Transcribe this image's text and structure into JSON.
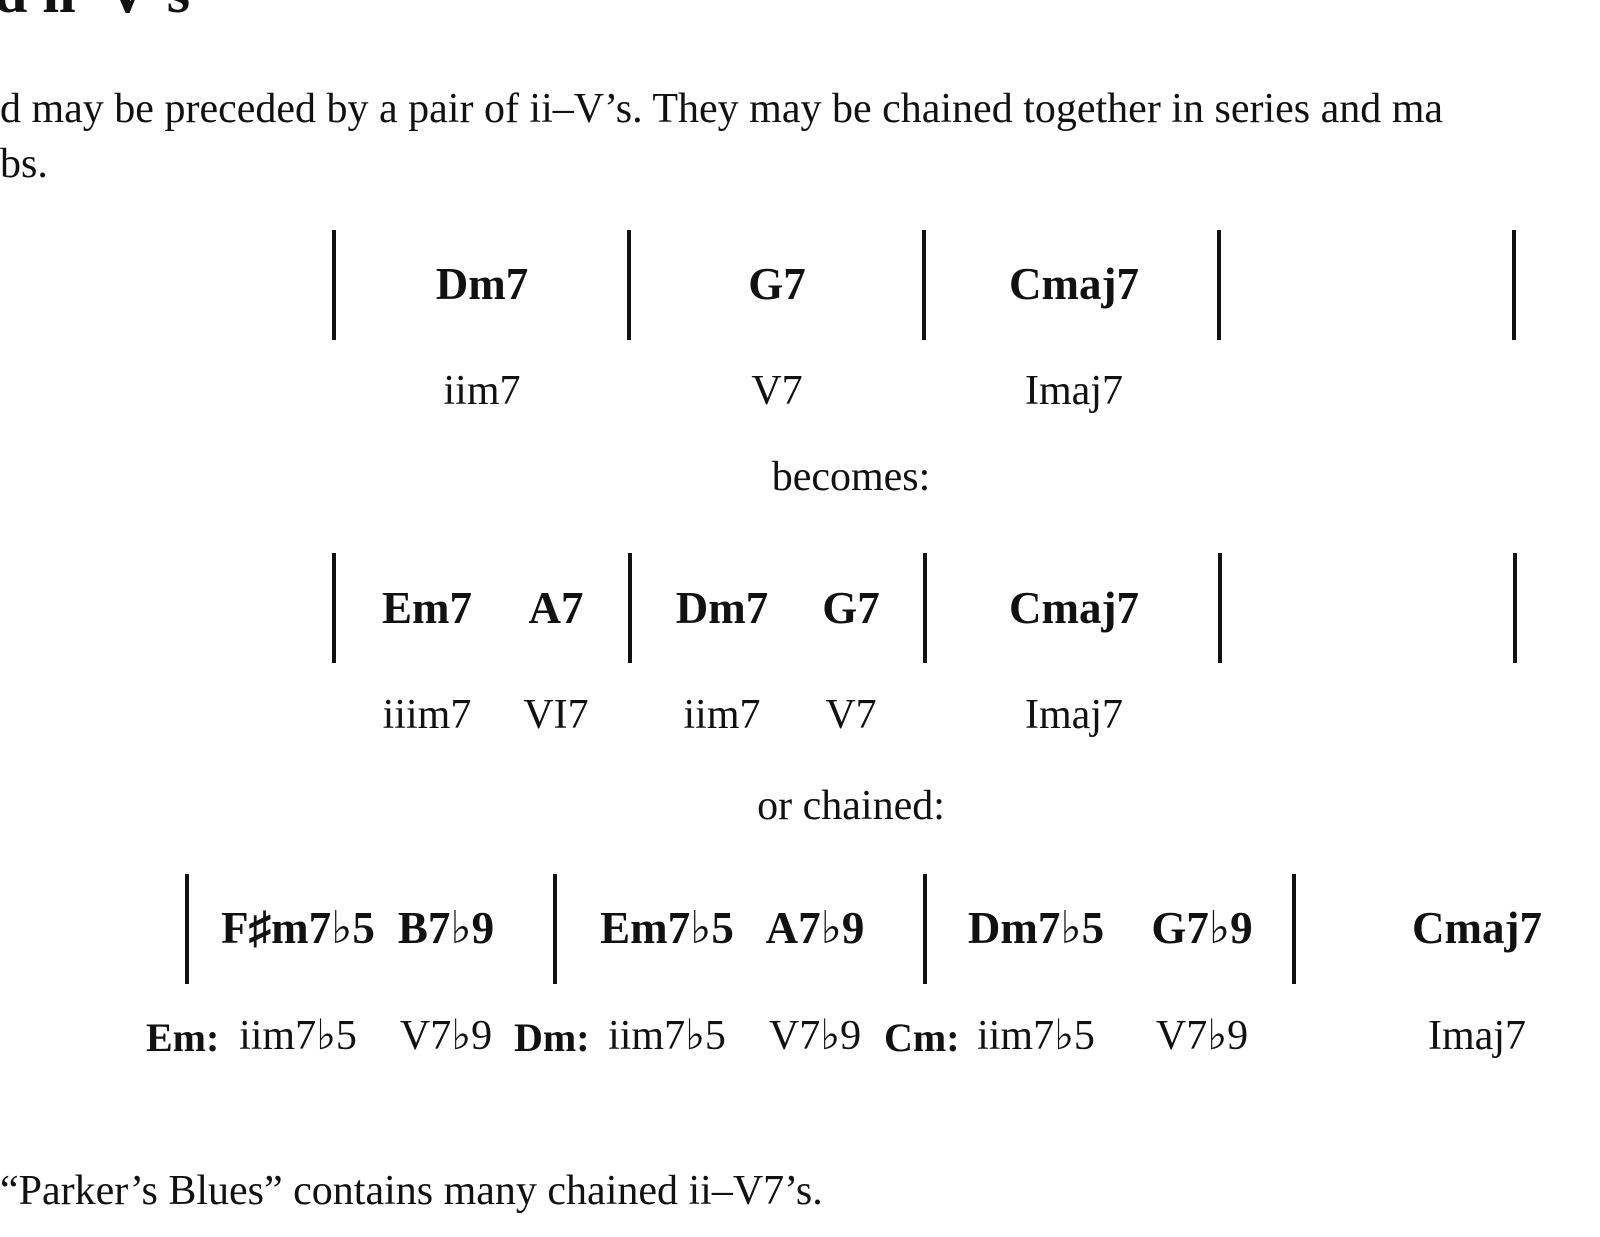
{
  "heading": "d ii–V’s",
  "intro": {
    "line1": "d may be preceded by a pair of ii–V’s. They may be chained together in series and ma",
    "line2": "bs."
  },
  "example1": {
    "chords": [
      "Dm7",
      "G7",
      "Cmaj7"
    ],
    "numerals": [
      "iim7",
      "V7",
      "Imaj7"
    ]
  },
  "becomes_label": "becomes:",
  "example2": {
    "chords": [
      "Em7",
      "A7",
      "Dm7",
      "G7",
      "Cmaj7"
    ],
    "numerals": [
      "iiim7",
      "VI7",
      "iim7",
      "V7",
      "Imaj7"
    ]
  },
  "chained_label": "or chained:",
  "example3": {
    "chords": [
      "F♯m7♭5",
      "B7♭9",
      "Em7♭5",
      "A7♭9",
      "Dm7♭5",
      "G7♭9",
      "Cmaj7"
    ],
    "keys": [
      "Em:",
      "Dm:",
      "Cm:"
    ],
    "numerals": [
      "iim7♭5",
      "V7♭9",
      "iim7♭5",
      "V7♭9",
      "iim7♭5",
      "V7♭9",
      "Imaj7"
    ]
  },
  "footer": "“Parker’s Blues” contains many chained ii–V7’s."
}
